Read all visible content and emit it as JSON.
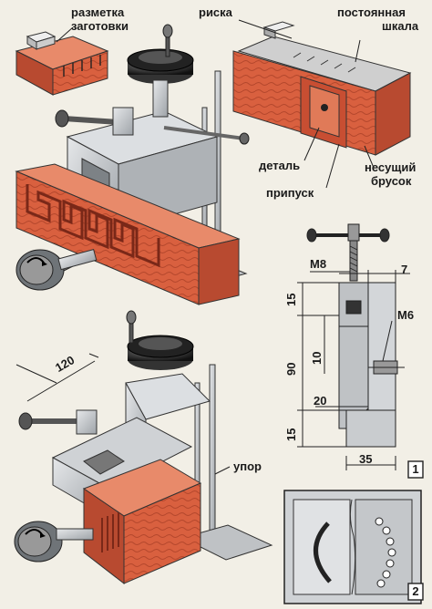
{
  "labels": {
    "marking": "разметка",
    "blank": "заготовки",
    "scratch": "риска",
    "scale_line1": "постоянная",
    "scale_line2": "шкала",
    "part": "деталь",
    "allowance": "припуск",
    "beam_line1": "несущий",
    "beam_line2": "брусок",
    "stop": "упор"
  },
  "dimensions": {
    "thread_main": "M8",
    "thread_small": "M6",
    "d7": "7",
    "d15_top": "15",
    "d10": "10",
    "d90": "90",
    "d20": "20",
    "d15_bottom": "15",
    "d35": "35",
    "d120": "120"
  },
  "figures": {
    "fig1": "1",
    "fig2": "2"
  },
  "colors": {
    "wood": "#d9603f",
    "wood_dark": "#a8402a",
    "metal": "#c9cccf",
    "metal_dark": "#6f7478",
    "background": "#f2efe6",
    "ink": "#1a1a1a"
  }
}
